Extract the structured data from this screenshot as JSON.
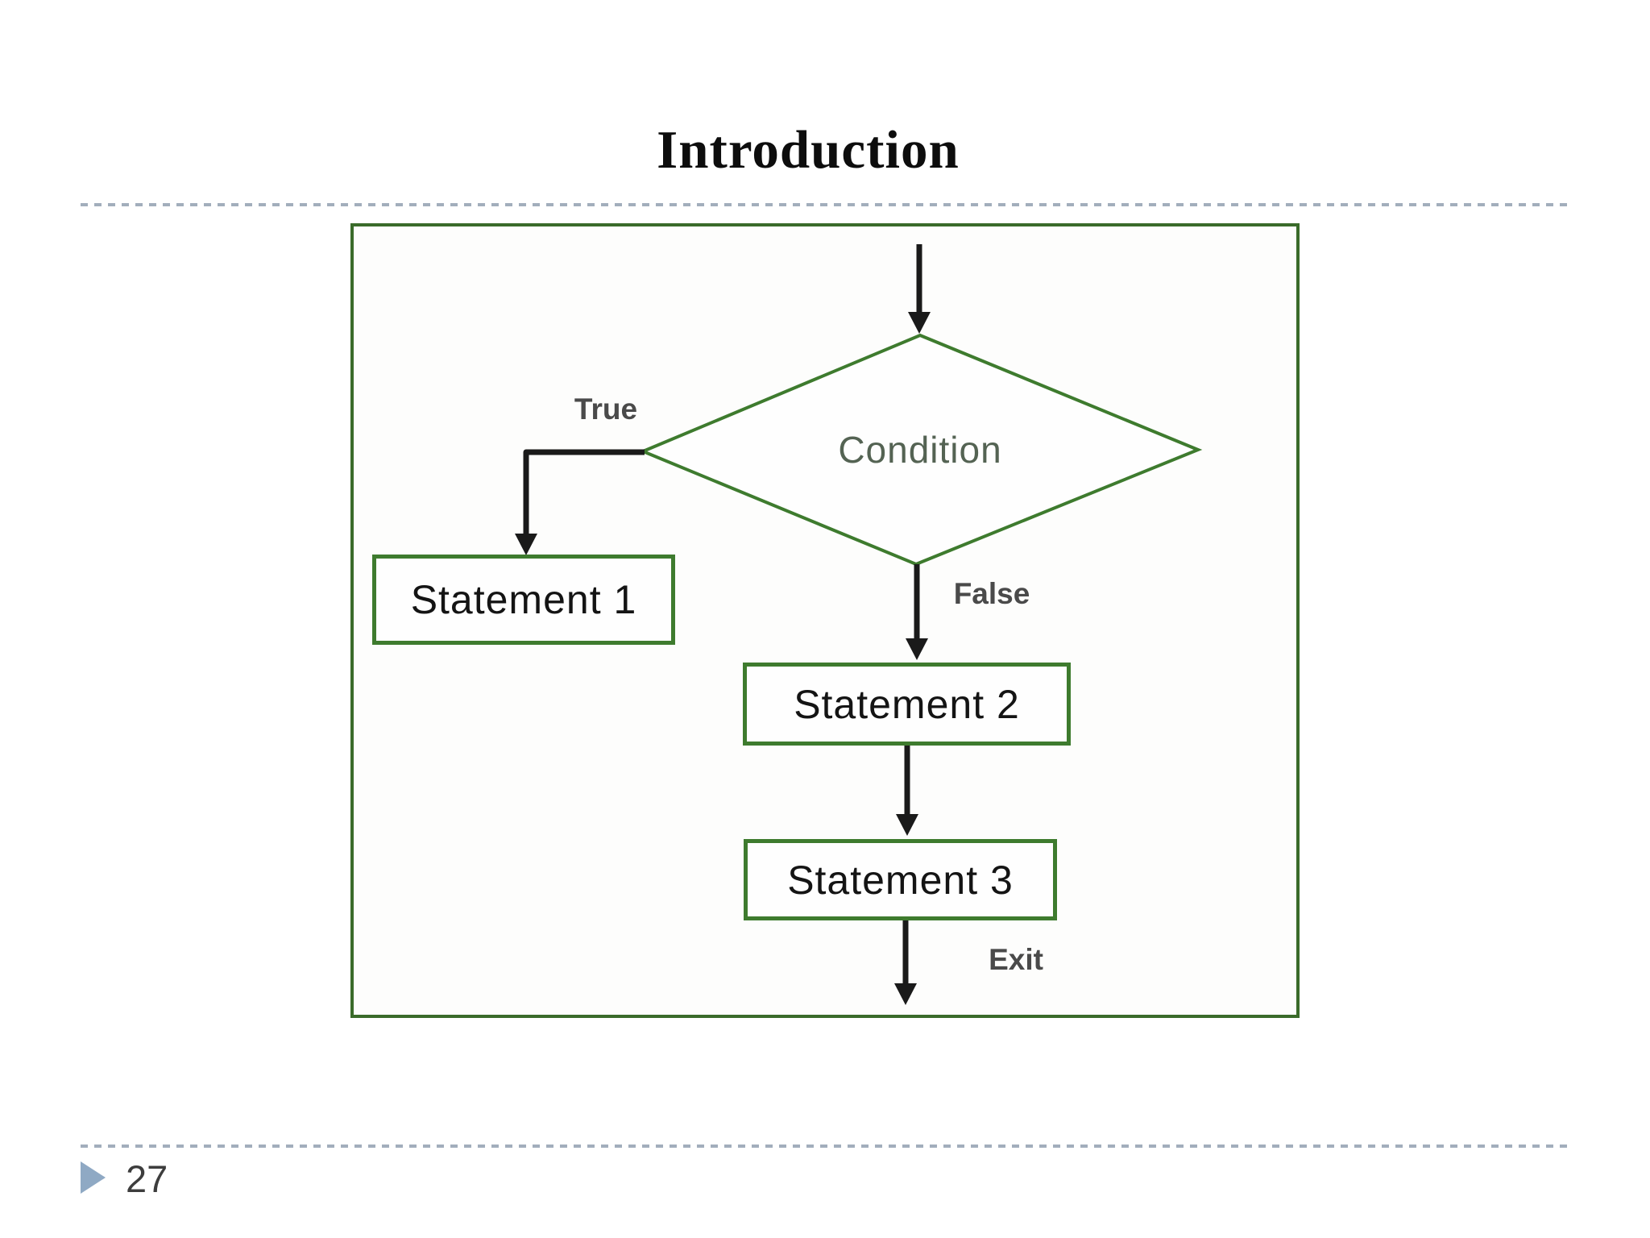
{
  "slide": {
    "title": "Introduction",
    "page_number": "27"
  },
  "flowchart": {
    "condition_label": "Condition",
    "true_label": "True",
    "false_label": "False",
    "exit_label": "Exit",
    "statement1_label": "Statement 1",
    "statement2_label": "Statement 2",
    "statement3_label": "Statement 3"
  },
  "colors": {
    "diagram_green": "#3e7b2e",
    "outer_green": "#3a6b2a",
    "arrow_black": "#1a1a1a",
    "condition_text": "#546353",
    "dashed_line": "#a2aebc",
    "bullet_blue": "#8fa9c4"
  }
}
